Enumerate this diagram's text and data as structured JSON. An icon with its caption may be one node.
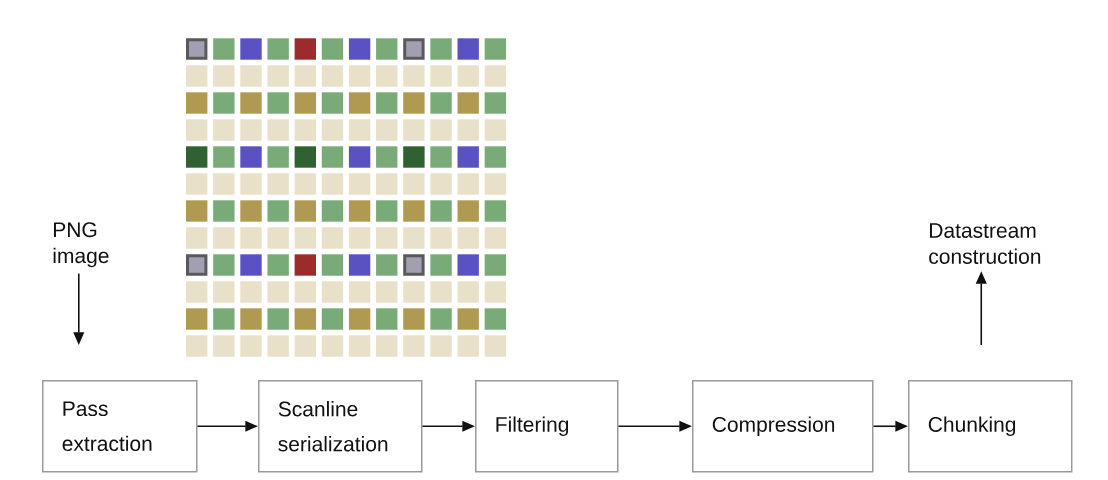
{
  "diagram": {
    "nodes": [
      {
        "text": [
          "PNG image"
        ]
      },
      {
        "text": [
          "Pass extraction"
        ]
      },
      {
        "text": [
          "Scanline serialization"
        ]
      },
      {
        "text": [
          "Filtering"
        ]
      },
      {
        "text": [
          "Compression"
        ]
      },
      {
        "text": [
          "Chunking"
        ]
      },
      {
        "text": [
          "Datastream construction"
        ]
      }
    ],
    "edges": [
      {
        "from": 0,
        "to": 1,
        "arrow": "to"
      },
      {
        "from": 1,
        "to": 2,
        "arrow": "to"
      },
      {
        "from": 2,
        "to": 3,
        "arrow": "to"
      },
      {
        "from": 3,
        "to": 4,
        "arrow": "to"
      },
      {
        "from": 4,
        "to": 5,
        "arrow": "to"
      },
      {
        "from": 5,
        "to": 6,
        "arrow": "to"
      }
    ]
  }
}
